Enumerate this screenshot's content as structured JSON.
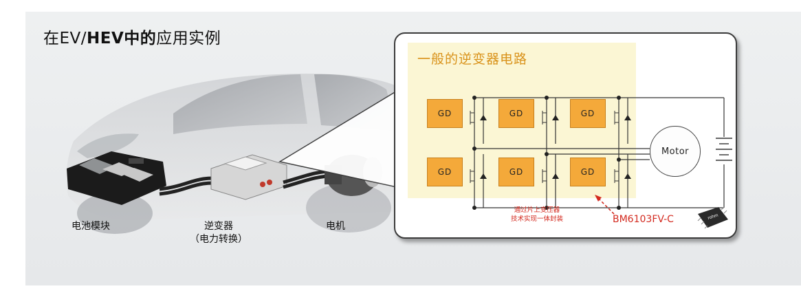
{
  "title": {
    "prefix": "在EV/",
    "bold": "HEV中的",
    "suffix": "应用实例"
  },
  "car_labels": {
    "battery": "电池模块",
    "inverter": "逆变器",
    "inverter_sub": "（电力转换）",
    "motor": "电机"
  },
  "circuit": {
    "title": "一般的逆变器电路",
    "gd_label": "GD",
    "motor_label": "Motor",
    "note_line1": "通过片上变压器",
    "note_line2": "技术实现一体封装",
    "part_number": "BM6103FV-C",
    "chip_logo": "rohm"
  },
  "colors": {
    "gd_fill": "#f4a93a",
    "highlight_bg": "#fbf6d4",
    "title_orange": "#d9921a",
    "note_red": "#d32a1f"
  }
}
